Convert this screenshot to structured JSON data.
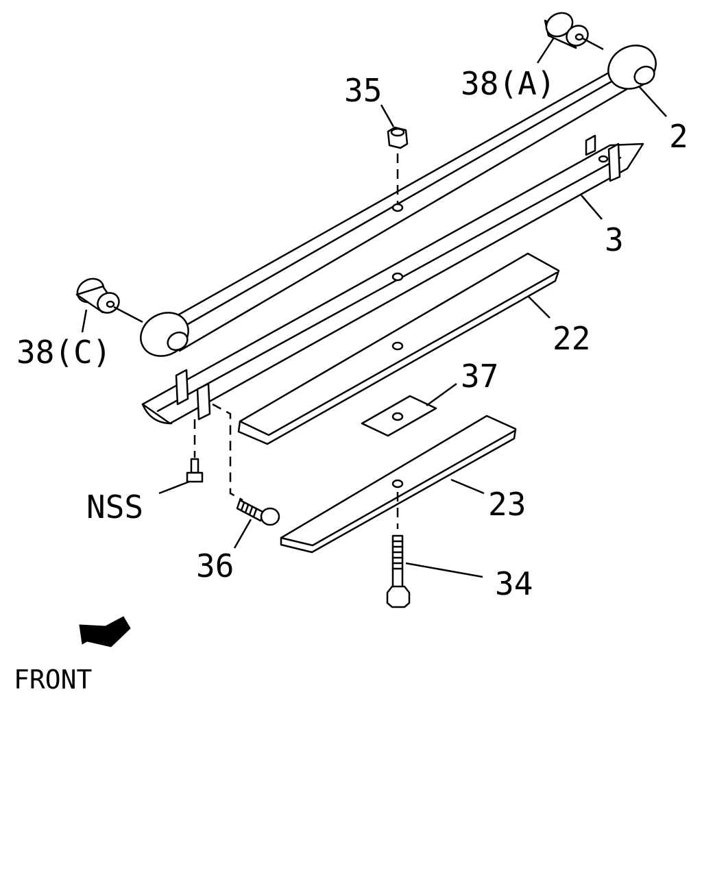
{
  "diagram": {
    "callouts": {
      "c_38a": "38(A)",
      "c_35": "35",
      "c_2": "2",
      "c_3": "3",
      "c_22": "22",
      "c_38c": "38(C)",
      "c_37": "37",
      "c_nss": "NSS",
      "c_23": "23",
      "c_36": "36",
      "c_34": "34"
    },
    "direction_label": "FRONT",
    "direction_icon": "front-arrow-icon",
    "colors": {
      "line": "#000000",
      "background": "#ffffff"
    }
  }
}
